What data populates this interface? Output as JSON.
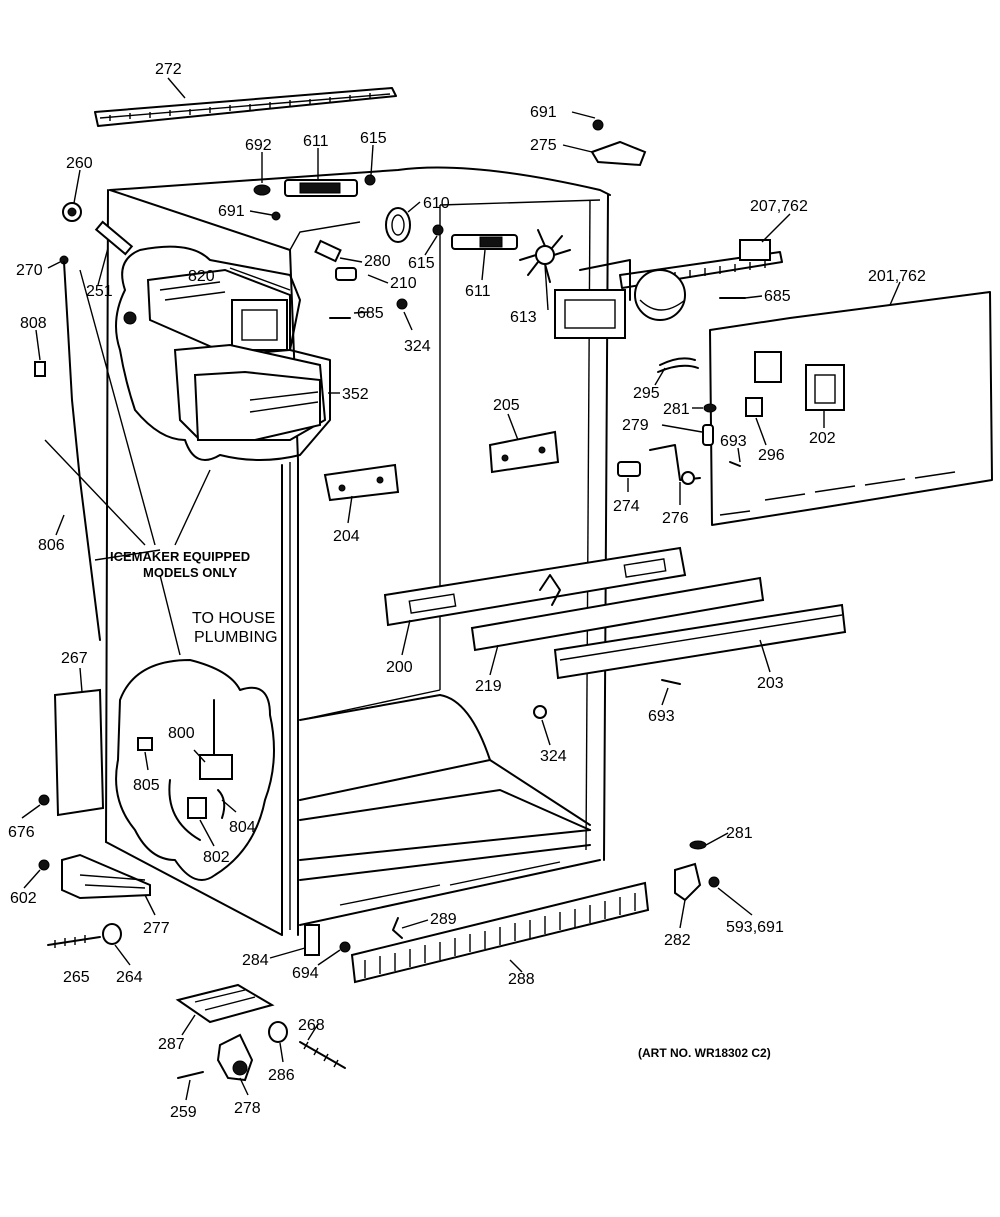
{
  "diagram": {
    "part_labels": [
      "272",
      "691",
      "275",
      "692",
      "611",
      "615",
      "260",
      "691",
      "610",
      "207,762",
      "615",
      "611",
      "270",
      "251",
      "820",
      "280",
      "210",
      "613",
      "685",
      "201,762",
      "808",
      "685",
      "324",
      "352",
      "295",
      "281",
      "202",
      "205",
      "279",
      "693",
      "296",
      "274",
      "276",
      "204",
      "806",
      "200",
      "219",
      "203",
      "693",
      "267",
      "324",
      "800",
      "805",
      "804",
      "802",
      "676",
      "281",
      "602",
      "277",
      "282",
      "593,691",
      "289",
      "284",
      "694",
      "288",
      "265",
      "264",
      "268",
      "287",
      "286",
      "259",
      "278"
    ],
    "notes": {
      "icemaker_line1": "ICEMAKER EQUIPPED",
      "icemaker_line2": "MODELS ONLY",
      "plumbing_line1": "TO HOUSE",
      "plumbing_line2": "PLUMBING",
      "art_number": "(ART NO. WR18302 C2)"
    }
  }
}
